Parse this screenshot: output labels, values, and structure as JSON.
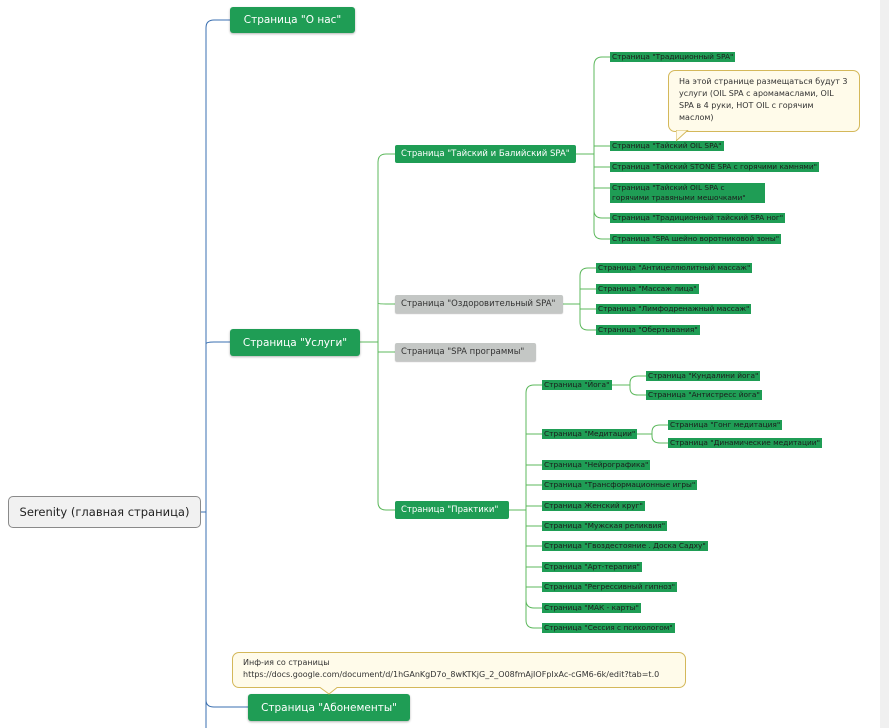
{
  "root": "Serenity (главная страница)",
  "about": "Страница \"О нас\"",
  "services": "Страница \"Услуги\"",
  "subscriptions": "Страница \"Абонементы\"",
  "thai": {
    "label": "Страница \"Тайский и Балийский SPA\"",
    "items": [
      "Страница \"Традиционный SPA\"",
      "Страница \"Тайский OIL SPA\"",
      "Страница \"Тайский STONE SPA с горячими камнями\"",
      "Страница \"Тайский OIL SPA с горячими травяными мешочками\"",
      "Страница \"Традиционный тайский SPA ног\"",
      "Страница \"SPA шейно воротниковой зоны\""
    ],
    "note": "На этой странице размещаться будут 3 услуги (OIL SPA с аромамаслами, OIL SPA в 4 руки, HOT OIL с горячим маслом)"
  },
  "health": {
    "label": "Страница \"Оздоровительный SPA\"",
    "items": [
      "Страница \"Антицеллюлитный массаж\"",
      "Страница \"Массаж лица\"",
      "Страница \"Лимфодренажный массаж\"",
      "Страница \"Обертывания\""
    ]
  },
  "spa_programs": "Страница \"SPA программы\"",
  "practices": {
    "label": "Страница \"Практики\"",
    "yoga": "Страница \"Йога\"",
    "yoga_items": [
      "Страница \"Кундалини йога\"",
      "Страница \"Антистресс йога\""
    ],
    "meditation": "Страница \"Медитации\"",
    "meditation_items": [
      "Страница \"Гонг медитация\"",
      "Страница \"Динамические медитации\""
    ],
    "items": [
      "Страница \"Нейрографика\"",
      "Страница \"Трансформационные игры\"",
      "Страница Женский круг\"",
      "Страница \"Мужская реликвия\"",
      "Страница \"Гвоздестояние . Доска Садху\"",
      "Страница \"Арт-терапия\"",
      "Страница \"Регрессивный гипноз\"",
      "Страница \"МАК - карты\"",
      "Страница \"Сессия с психологом\""
    ]
  },
  "info_note": {
    "line1": "Инф-ия со страницы",
    "line2": "https://docs.google.com/document/d/1hGAnKgD7o_8wKTKjG_2_O08fmAjIOFpIxAc-cGM6-6k/edit?tab=t.0"
  },
  "colors": {
    "node": "#1f9d55",
    "node_grey": "#c4c7c5",
    "line_blue": "#3a6fb0",
    "line_green": "#5cb85c",
    "callout_bg": "#fffbea"
  }
}
